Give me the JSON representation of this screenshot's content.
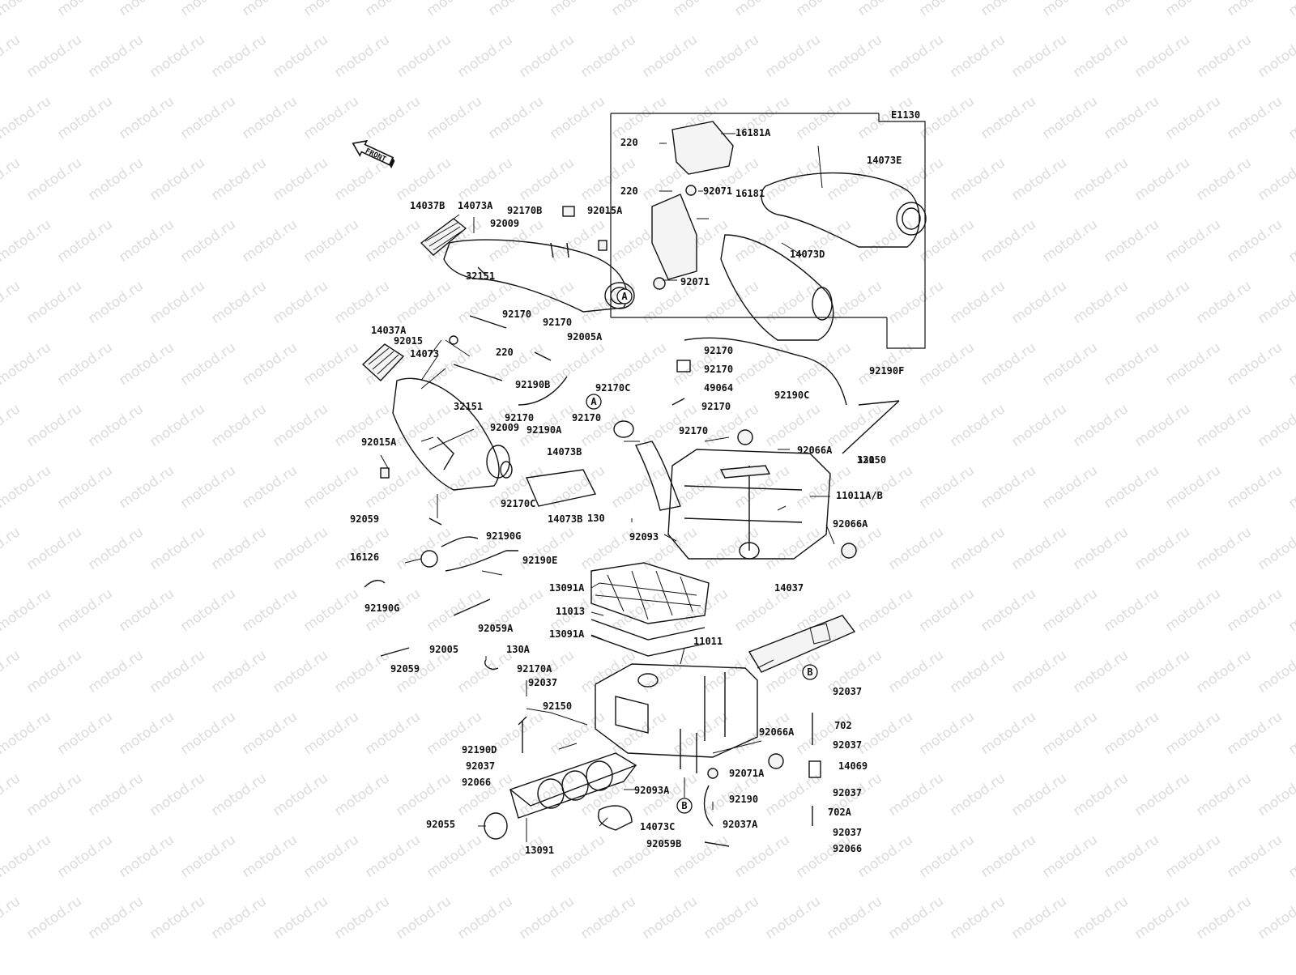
{
  "diagram": {
    "code": "E1130",
    "front_label": "FRONT",
    "watermark_text": "motod.ru",
    "ref_markers": [
      "A",
      "A",
      "B",
      "B"
    ],
    "labels": [
      "16181A",
      "220",
      "220",
      "92071",
      "14073E",
      "16181",
      "14073D",
      "92071",
      "14037B",
      "14073A",
      "92170B",
      "92009",
      "92015A",
      "32151",
      "92170",
      "92170",
      "92005A",
      "14037A",
      "92015",
      "14073",
      "220",
      "92190B",
      "92170C",
      "92170",
      "92170",
      "32151",
      "92009",
      "92190A",
      "92170",
      "92170",
      "49064",
      "92170",
      "92190C",
      "92190F",
      "92170",
      "92066A",
      "130",
      "32150",
      "92015A",
      "14073B",
      "92170C",
      "14073B",
      "11011A/B",
      "130",
      "92066A",
      "92059",
      "92190G",
      "92093",
      "16126",
      "92190E",
      "13091A",
      "14037",
      "92190G",
      "11013",
      "13091A",
      "92059A",
      "92005",
      "130A",
      "92059",
      "92170A",
      "11011",
      "92037",
      "92037",
      "702",
      "92150",
      "92066A",
      "92037",
      "92190D",
      "92037",
      "14069",
      "92071A",
      "92066",
      "92093A",
      "92037",
      "92190",
      "702A",
      "92055",
      "14073C",
      "92037A",
      "92037",
      "13091",
      "92059B",
      "92066"
    ]
  }
}
